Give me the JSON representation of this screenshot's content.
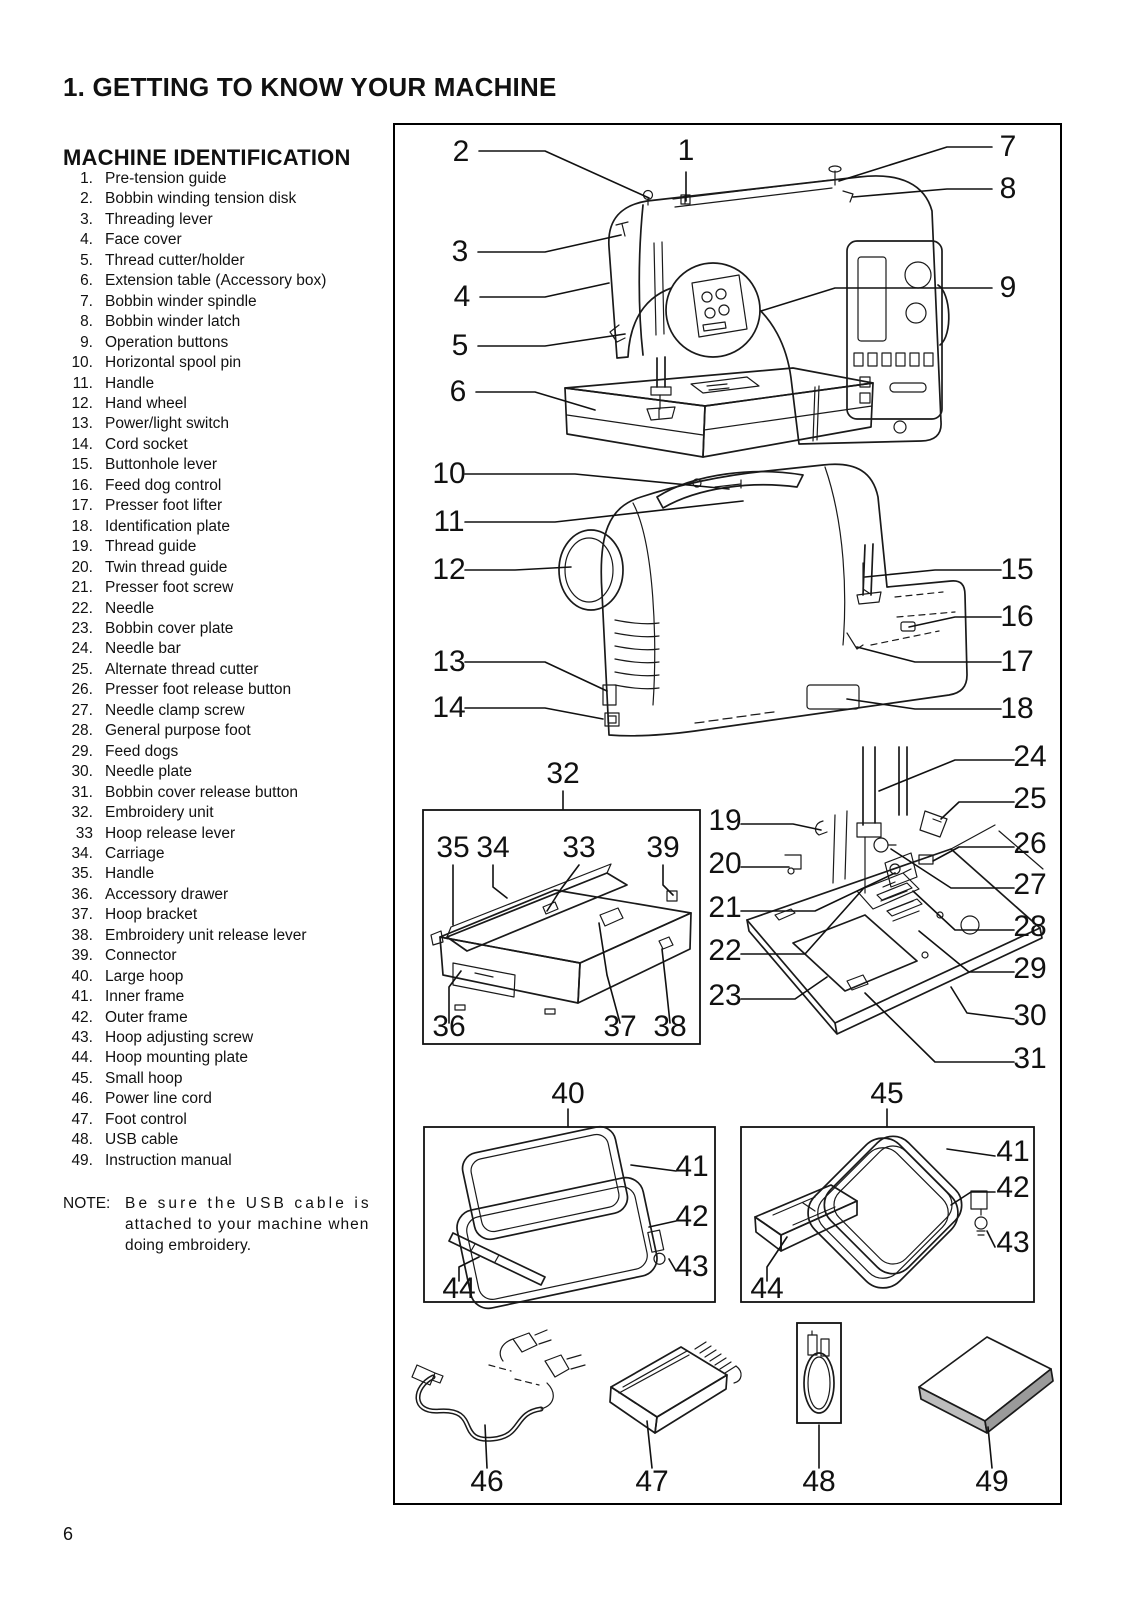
{
  "page": {
    "title": "1. GETTING TO KNOW YOUR MACHINE",
    "page_number": "6"
  },
  "identification": {
    "heading": "MACHINE IDENTIFICATION",
    "parts": [
      {
        "num": "1.",
        "label": "Pre-tension guide"
      },
      {
        "num": "2.",
        "label": "Bobbin winding tension disk"
      },
      {
        "num": "3.",
        "label": "Threading lever"
      },
      {
        "num": "4.",
        "label": "Face cover"
      },
      {
        "num": "5.",
        "label": "Thread cutter/holder"
      },
      {
        "num": "6.",
        "label": "Extension table (Accessory box)"
      },
      {
        "num": "7.",
        "label": "Bobbin winder spindle"
      },
      {
        "num": "8.",
        "label": "Bobbin winder latch"
      },
      {
        "num": "9.",
        "label": "Operation buttons"
      },
      {
        "num": "10.",
        "label": "Horizontal spool pin"
      },
      {
        "num": "11.",
        "label": "Handle"
      },
      {
        "num": "12.",
        "label": "Hand wheel"
      },
      {
        "num": "13.",
        "label": "Power/light switch"
      },
      {
        "num": "14.",
        "label": "Cord socket"
      },
      {
        "num": "15.",
        "label": "Buttonhole lever"
      },
      {
        "num": "16.",
        "label": "Feed dog control"
      },
      {
        "num": "17.",
        "label": "Presser foot lifter"
      },
      {
        "num": "18.",
        "label": "Identification plate"
      },
      {
        "num": "19.",
        "label": "Thread guide"
      },
      {
        "num": "20.",
        "label": "Twin thread guide"
      },
      {
        "num": "21.",
        "label": "Presser foot screw"
      },
      {
        "num": "22.",
        "label": "Needle"
      },
      {
        "num": "23.",
        "label": "Bobbin cover plate"
      },
      {
        "num": "24.",
        "label": "Needle bar"
      },
      {
        "num": "25.",
        "label": "Alternate thread cutter"
      },
      {
        "num": "26.",
        "label": "Presser foot release button"
      },
      {
        "num": "27.",
        "label": "Needle clamp screw"
      },
      {
        "num": "28.",
        "label": "General purpose foot"
      },
      {
        "num": "29.",
        "label": "Feed dogs"
      },
      {
        "num": "30.",
        "label": "Needle plate"
      },
      {
        "num": "31.",
        "label": "Bobbin cover release button"
      },
      {
        "num": "32.",
        "label": "Embroidery unit"
      },
      {
        "num": "33",
        "label": "Hoop release lever"
      },
      {
        "num": "34.",
        "label": "Carriage"
      },
      {
        "num": "35.",
        "label": "Handle"
      },
      {
        "num": "36.",
        "label": "Accessory drawer"
      },
      {
        "num": "37.",
        "label": "Hoop bracket"
      },
      {
        "num": "38.",
        "label": "Embroidery unit release lever"
      },
      {
        "num": "39.",
        "label": "Connector"
      },
      {
        "num": "40.",
        "label": "Large hoop"
      },
      {
        "num": "41.",
        "label": "Inner frame"
      },
      {
        "num": "42.",
        "label": "Outer frame"
      },
      {
        "num": "43.",
        "label": "Hoop adjusting screw"
      },
      {
        "num": "44.",
        "label": "Hoop mounting plate"
      },
      {
        "num": "45.",
        "label": "Small hoop"
      },
      {
        "num": "46.",
        "label": "Power line cord"
      },
      {
        "num": "47.",
        "label": "Foot control"
      },
      {
        "num": "48.",
        "label": "USB cable"
      },
      {
        "num": "49.",
        "label": "Instruction manual"
      }
    ],
    "note": {
      "label": "NOTE:",
      "lines": [
        "Be sure the USB cable is",
        "attached to your machine when",
        "doing embroidery."
      ]
    }
  },
  "diagram": {
    "callouts": {
      "front": [
        "2",
        "1",
        "7",
        "8",
        "3",
        "4",
        "9",
        "5",
        "6"
      ],
      "rear": [
        "10",
        "11",
        "12",
        "13",
        "14",
        "15",
        "16",
        "17",
        "18"
      ],
      "embroidery_unit": [
        "32",
        "35",
        "34",
        "33",
        "39",
        "36",
        "37",
        "38"
      ],
      "needle_area": [
        "19",
        "20",
        "21",
        "22",
        "23",
        "24",
        "25",
        "26",
        "27",
        "28",
        "29",
        "30",
        "31"
      ],
      "large_hoop": [
        "40",
        "41",
        "42",
        "43",
        "44"
      ],
      "small_hoop": [
        "45",
        "41",
        "42",
        "43",
        "44"
      ],
      "accessories": [
        "46",
        "47",
        "48",
        "49"
      ]
    }
  }
}
